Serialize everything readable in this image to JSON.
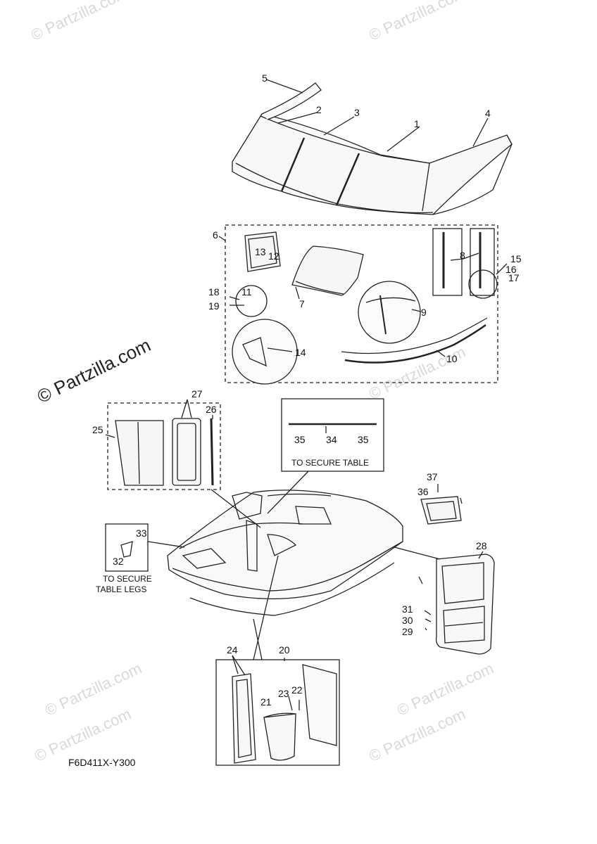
{
  "watermark": "© Partzilla.com",
  "diagram_code": "F6D411X-Y300",
  "captions": {
    "secure_table": "TO SECURE TABLE",
    "secure_table_legs_1": "TO SECURE",
    "secure_table_legs_2": "TABLE LEGS"
  },
  "callouts": [
    "1",
    "2",
    "3",
    "4",
    "5",
    "6",
    "7",
    "8",
    "9",
    "10",
    "11",
    "12",
    "13",
    "14",
    "15",
    "16",
    "17",
    "18",
    "19",
    "20",
    "21",
    "22",
    "23",
    "24",
    "25",
    "26",
    "27",
    "28",
    "29",
    "30",
    "31",
    "32",
    "33",
    "34",
    "35"
  ],
  "extra_callouts": {
    "c35b": "35",
    "c36": "36",
    "c37": "37"
  }
}
